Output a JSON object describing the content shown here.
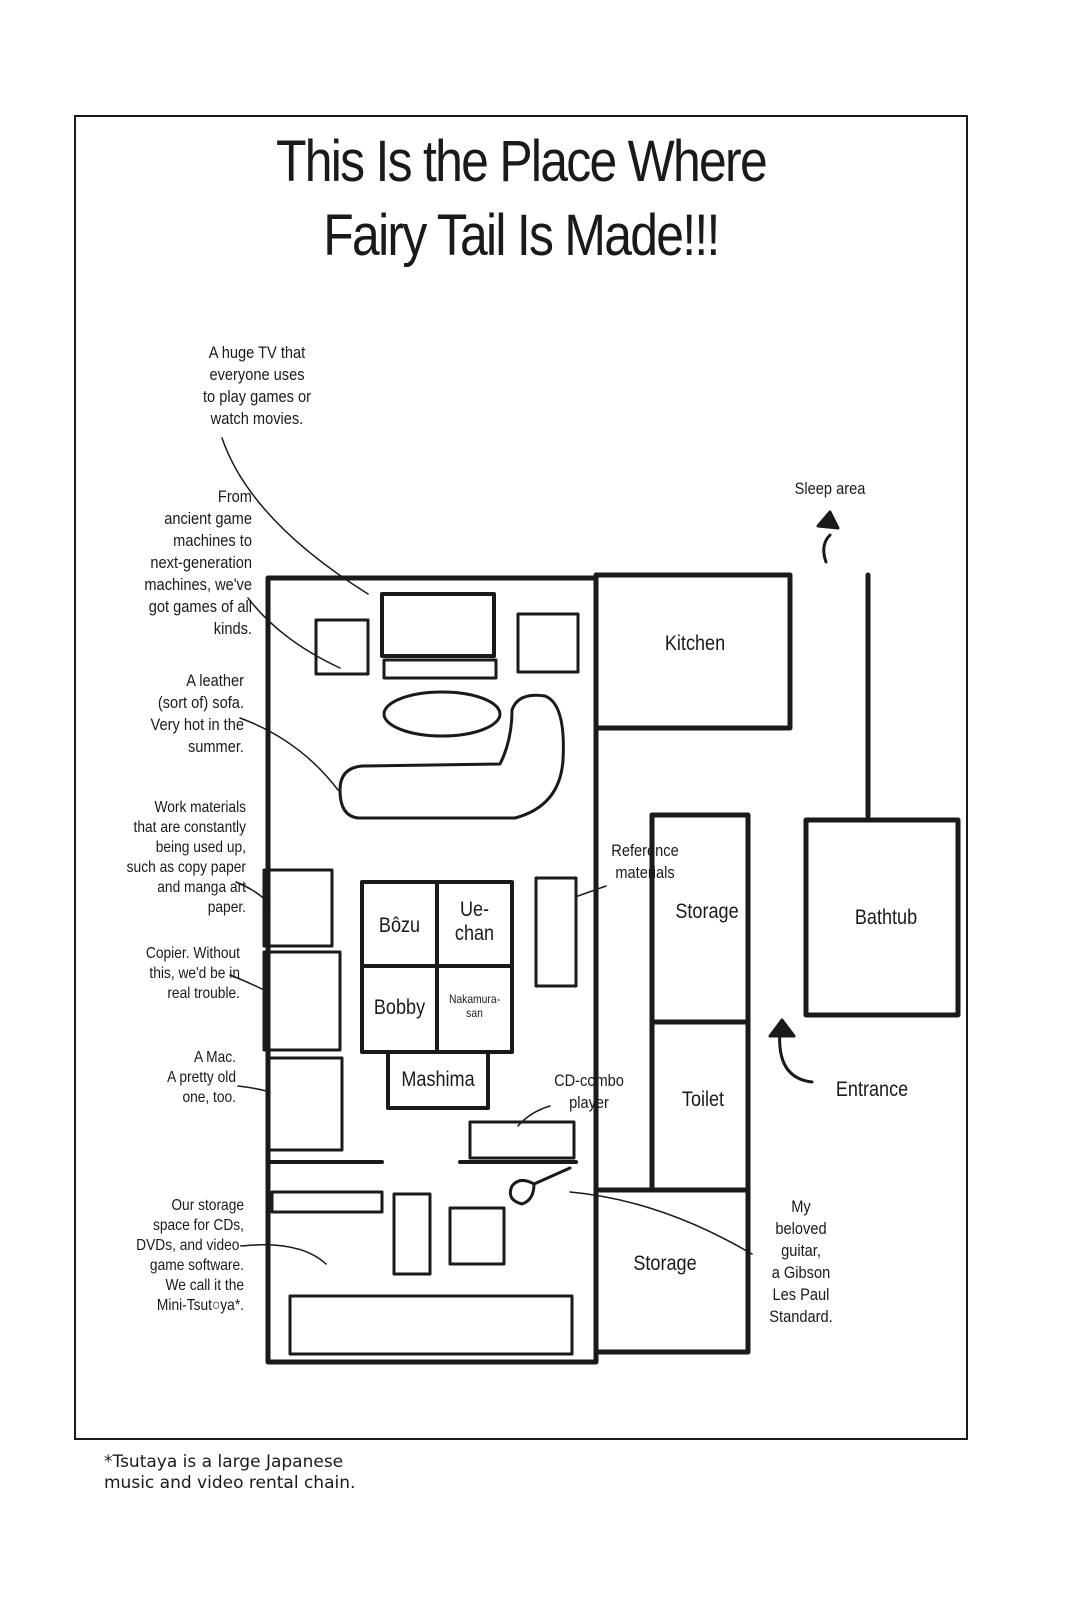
{
  "title": {
    "line1": "This Is the Place Where",
    "line2": "Fairy Tail Is Made!!!"
  },
  "annotations": {
    "tv": "A huge TV that\neveryone uses\nto play games or\nwatch movies.",
    "games": "From\nancient game\nmachines to\nnext-generation\nmachines, we've\ngot games of all\nkinds.",
    "sofa": "A leather\n(sort of) sofa.\nVery hot in the\nsummer.",
    "work_materials": "Work materials\nthat are constantly\nbeing used up,\nsuch as copy paper\nand manga art\npaper.",
    "copier": "Copier. Without\nthis, we'd be in\nreal trouble.",
    "mac": "A Mac.\nA pretty old\none, too.",
    "storage_media": "Our storage\nspace for CDs,\nDVDs, and video-\ngame software.\nWe call it the\nMini-Tsut○ya*.",
    "reference": "Reference\nmaterials",
    "cd_player": "CD-combo\nplayer",
    "guitar": "My\nbeloved\nguitar,\na Gibson\nLes Paul\nStandard.",
    "sleep_area": "Sleep area",
    "entrance": "Entrance"
  },
  "rooms": {
    "kitchen": "Kitchen",
    "storage_top": "Storage",
    "bathtub": "Bathtub",
    "toilet": "Toilet",
    "storage_bottom": "Storage"
  },
  "desks": {
    "bozu": "Bôzu",
    "uechan": "Ue-\nchan",
    "bobby": "Bobby",
    "nakamura": "Nakamura-\nsan",
    "mashima": "Mashima"
  },
  "footnote": "*Tsutaya is a large Japanese\nmusic and video rental chain."
}
